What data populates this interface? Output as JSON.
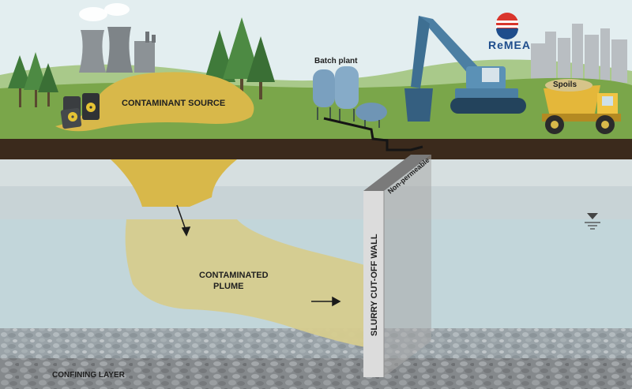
{
  "labels": {
    "contaminant_source": "CONTAMINANT SOURCE",
    "batch_plant": "Batch plant",
    "spoils": "Spoils",
    "non_permeable": "Non-permeable",
    "contaminated_plume_line1": "CONTAMINATED",
    "contaminated_plume_line2": "PLUME",
    "slurry_wall": "SLURRY CUT-OFF WALL",
    "confining_layer": "CONFINING LAYER",
    "brand": "ReMEA"
  },
  "colors": {
    "sky": "#e3eef0",
    "grass": "#7aa64a",
    "topsoil": "#3b2a1c",
    "unsaturated_zone": "#d6dfe0",
    "saturated_zone": "#c2d6da",
    "gravel_layer": "#9fa8ad",
    "confining_layer": "#8c8f92",
    "contaminant": "#d8b84a",
    "plume": "#d6cc8e",
    "wall_front": "#dcdcdc",
    "wall_side": "#a9a9a9",
    "brand": "#1e4d8c"
  },
  "icons": [
    "power-plant-icon",
    "tree-icon",
    "barrel-icon",
    "radioactive-icon",
    "batch-plant-silo-icon",
    "excavator-icon",
    "dump-truck-icon",
    "city-skyline-icon",
    "brand-logo-icon",
    "water-table-icon",
    "flow-arrow-icon"
  ]
}
